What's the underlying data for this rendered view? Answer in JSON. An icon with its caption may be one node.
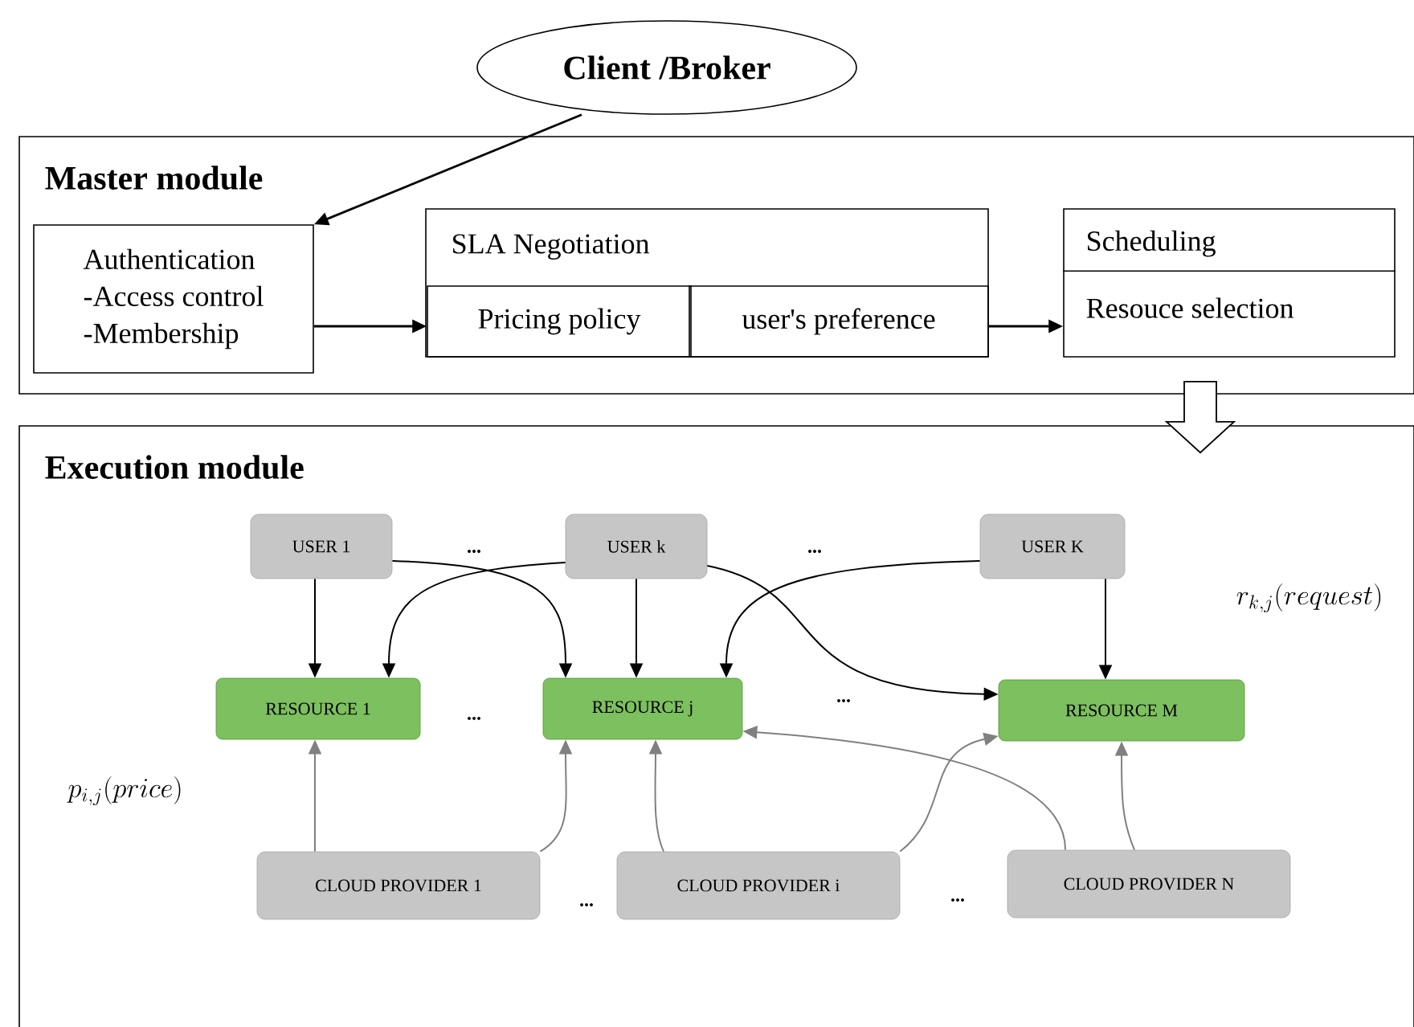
{
  "diagram": {
    "nodes": [
      {
        "text": [
          "Client /Broker"
        ]
      },
      {
        "text": [
          "Master module"
        ]
      },
      {
        "text": [
          "Authentication",
          "-Access control",
          "-Membership"
        ],
        "in": 1
      },
      {
        "text": [
          "SLA Negotiation"
        ],
        "in": 1
      },
      {
        "text": [
          "Pricing policy"
        ],
        "in": 3
      },
      {
        "text": [
          "user's preference"
        ],
        "in": 3
      },
      {
        "text": [
          "Scheduling",
          "Resouce selection"
        ],
        "in": 1
      },
      {
        "text": [
          "Execution module"
        ]
      },
      {
        "text": [
          "USER 1"
        ],
        "in": 7
      },
      {
        "text": [
          "USER k"
        ],
        "in": 7
      },
      {
        "text": [
          "USER K"
        ],
        "in": 7
      },
      {
        "text": [
          "RESOURCE 1"
        ],
        "in": 7
      },
      {
        "text": [
          "RESOURCE j"
        ],
        "in": 7
      },
      {
        "text": [
          "RESOURCE M"
        ],
        "in": 7
      },
      {
        "text": [
          "CLOUD PROVIDER 1"
        ],
        "in": 7
      },
      {
        "text": [
          "CLOUD PROVIDER i"
        ],
        "in": 7
      },
      {
        "text": [
          "CLOUD PROVIDER N"
        ],
        "in": 7
      }
    ],
    "edges": [
      {
        "from": 0,
        "to": 2,
        "arrow": "to"
      },
      {
        "from": 2,
        "to": 4,
        "arrow": "to"
      },
      {
        "from": 5,
        "to": 6,
        "arrow": "to"
      },
      {
        "from": 6,
        "to": 7,
        "arrow": "to",
        "style": "thick"
      },
      {
        "from": 8,
        "to": 11,
        "arrow": "to"
      },
      {
        "from": 8,
        "to": 12,
        "arrow": "to"
      },
      {
        "from": 9,
        "to": 11,
        "arrow": "to"
      },
      {
        "from": 9,
        "to": 12,
        "arrow": "to"
      },
      {
        "from": 9,
        "to": 13,
        "arrow": "to"
      },
      {
        "from": 10,
        "to": 12,
        "arrow": "to"
      },
      {
        "from": 10,
        "to": 13,
        "arrow": "to"
      },
      {
        "from": 14,
        "to": 11,
        "arrow": "to",
        "color": "#808080"
      },
      {
        "from": 14,
        "to": 12,
        "arrow": "to",
        "color": "#808080"
      },
      {
        "from": 15,
        "to": 12,
        "arrow": "to",
        "color": "#808080"
      },
      {
        "from": 15,
        "to": 13,
        "arrow": "to",
        "color": "#808080"
      },
      {
        "from": 16,
        "to": 12,
        "arrow": "to",
        "color": "#808080"
      },
      {
        "from": 16,
        "to": 13,
        "arrow": "to",
        "color": "#808080"
      }
    ],
    "labels": [
      "...",
      "...",
      "r_{k,j}(request)",
      "...",
      "...",
      "p_{i,j}(price)",
      "...",
      "..."
    ]
  }
}
